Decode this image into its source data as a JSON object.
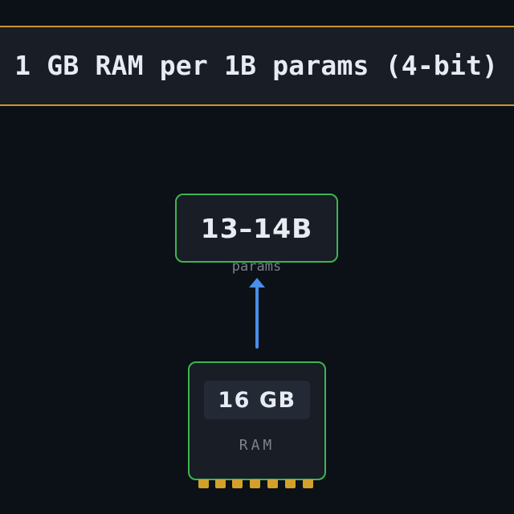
{
  "banner": {
    "text": "≈ 1 GB RAM per 1B params (4-bit)"
  },
  "params_box": {
    "value": "13–14B",
    "label": "params"
  },
  "ram_chip": {
    "value": "16 GB",
    "label": "RAM",
    "pin_count": 7
  },
  "colors": {
    "background": "#0c1017",
    "panel": "#181d26",
    "banner_border": "#c9962e",
    "box_border": "#3fb450",
    "arrow": "#4a8fe8",
    "pins": "#d1a12d",
    "text": "#e8ecf2",
    "muted_text": "#7b828d"
  }
}
